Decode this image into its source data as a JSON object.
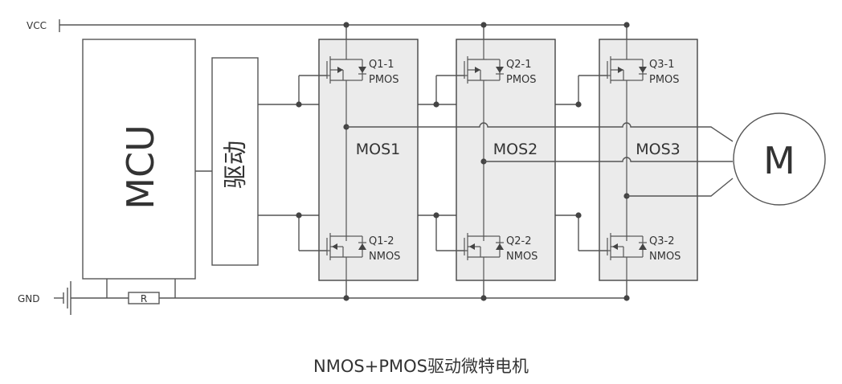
{
  "labels": {
    "vcc": "VCC",
    "gnd": "GND",
    "mcu": "MCU",
    "driver": "驱动",
    "resistor": "R",
    "motor": "M",
    "caption": "NMOS+PMOS驱动微特电机"
  },
  "mos_groups": [
    {
      "name": "MOS1",
      "high": {
        "id": "Q1-1",
        "type": "PMOS"
      },
      "low": {
        "id": "Q1-2",
        "type": "NMOS"
      }
    },
    {
      "name": "MOS2",
      "high": {
        "id": "Q2-1",
        "type": "PMOS"
      },
      "low": {
        "id": "Q2-2",
        "type": "NMOS"
      }
    },
    {
      "name": "MOS3",
      "high": {
        "id": "Q3-1",
        "type": "PMOS"
      },
      "low": {
        "id": "Q3-2",
        "type": "NMOS"
      }
    }
  ]
}
